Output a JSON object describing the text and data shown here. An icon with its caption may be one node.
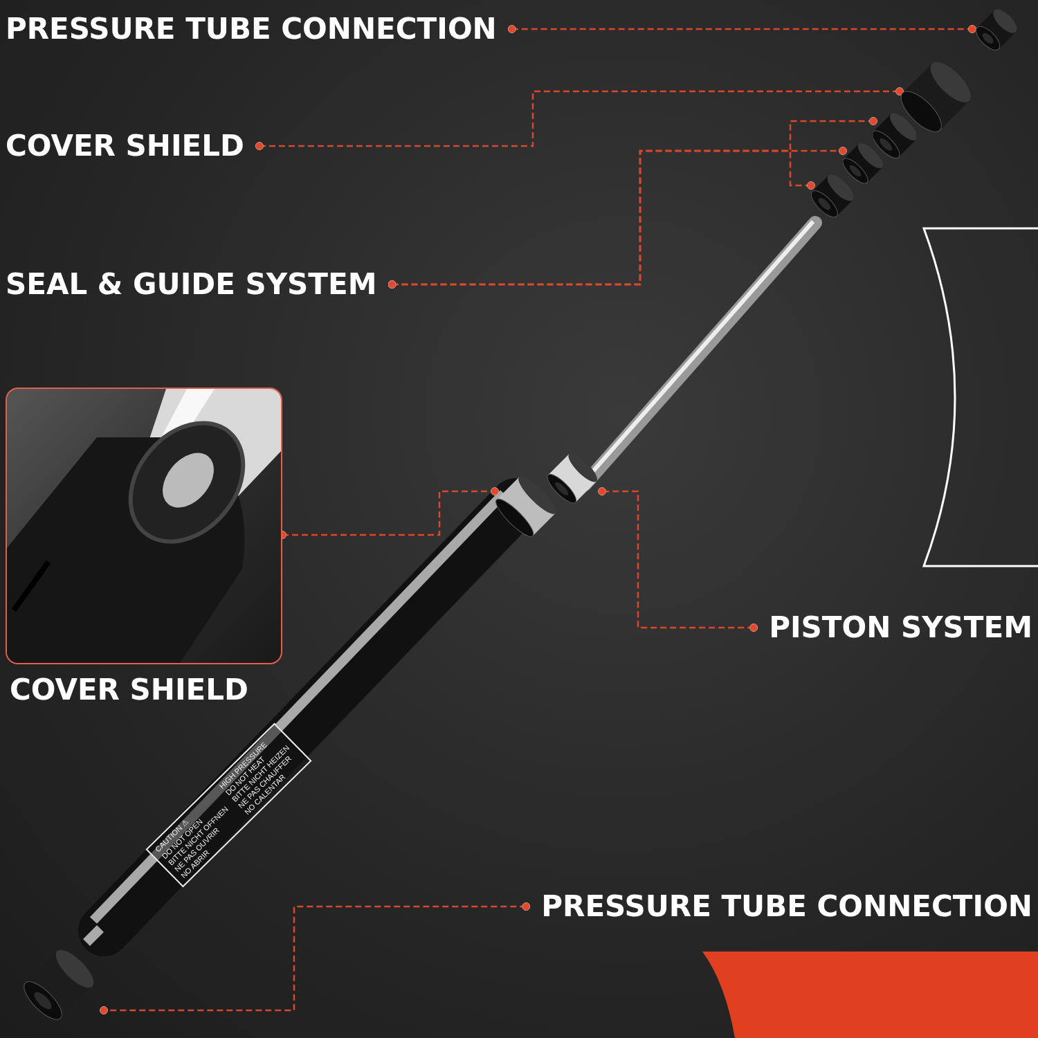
{
  "diagram": {
    "nodes": [
      {
        "text": [
          "PRESSURE TUBE CONNECTION"
        ]
      },
      {
        "text": [
          "COVER SHIELD"
        ]
      },
      {
        "text": [
          "SEAL & GUIDE SYSTEM"
        ]
      },
      {
        "text": [
          "COVER SHIELD"
        ]
      },
      {
        "text": [
          "PISTON SYSTEM"
        ]
      },
      {
        "text": [
          "PRESSURE TUBE CONNECTION"
        ]
      },
      {
        "text": [],
        "shape": "picture"
      },
      {
        "text": [],
        "shape": "picture"
      },
      {
        "text": [],
        "shape": "picture"
      },
      {
        "text": [],
        "shape": "picture"
      },
      {
        "text": [],
        "shape": "picture"
      },
      {
        "text": [],
        "shape": "picture"
      },
      {
        "text": [],
        "shape": "picture"
      },
      {
        "text": [],
        "shape": "picture"
      }
    ],
    "edges": [
      {
        "from": 0,
        "to": 6,
        "arrow": "other",
        "style": "dashed"
      },
      {
        "from": 1,
        "to": 7,
        "arrow": "other",
        "style": "dashed"
      },
      {
        "from": 2,
        "to": 8,
        "arrow": "other",
        "style": "dashed"
      },
      {
        "from": 2,
        "to": 9,
        "arrow": "other",
        "style": "dashed"
      },
      {
        "from": 2,
        "to": 10,
        "arrow": "other",
        "style": "dashed"
      },
      {
        "from": 3,
        "to": 11,
        "arrow": "other",
        "style": "dashed"
      },
      {
        "from": 4,
        "to": 12,
        "arrow": "other",
        "style": "dashed"
      },
      {
        "from": 5,
        "to": 13,
        "arrow": "other",
        "style": "dashed"
      }
    ],
    "labels": [
      "CAUTION ⚠",
      "DO NOT OPEN",
      "BITTE NICHT OFFNEN",
      "NE PAS OUVRIR",
      "NO ABRIR",
      "HIGH PRESSURE",
      "DO NOT HEAT",
      "BITTE NICHT HEIZEN",
      "NE PAS CHAUFFER",
      "NO CALENTAR"
    ]
  }
}
